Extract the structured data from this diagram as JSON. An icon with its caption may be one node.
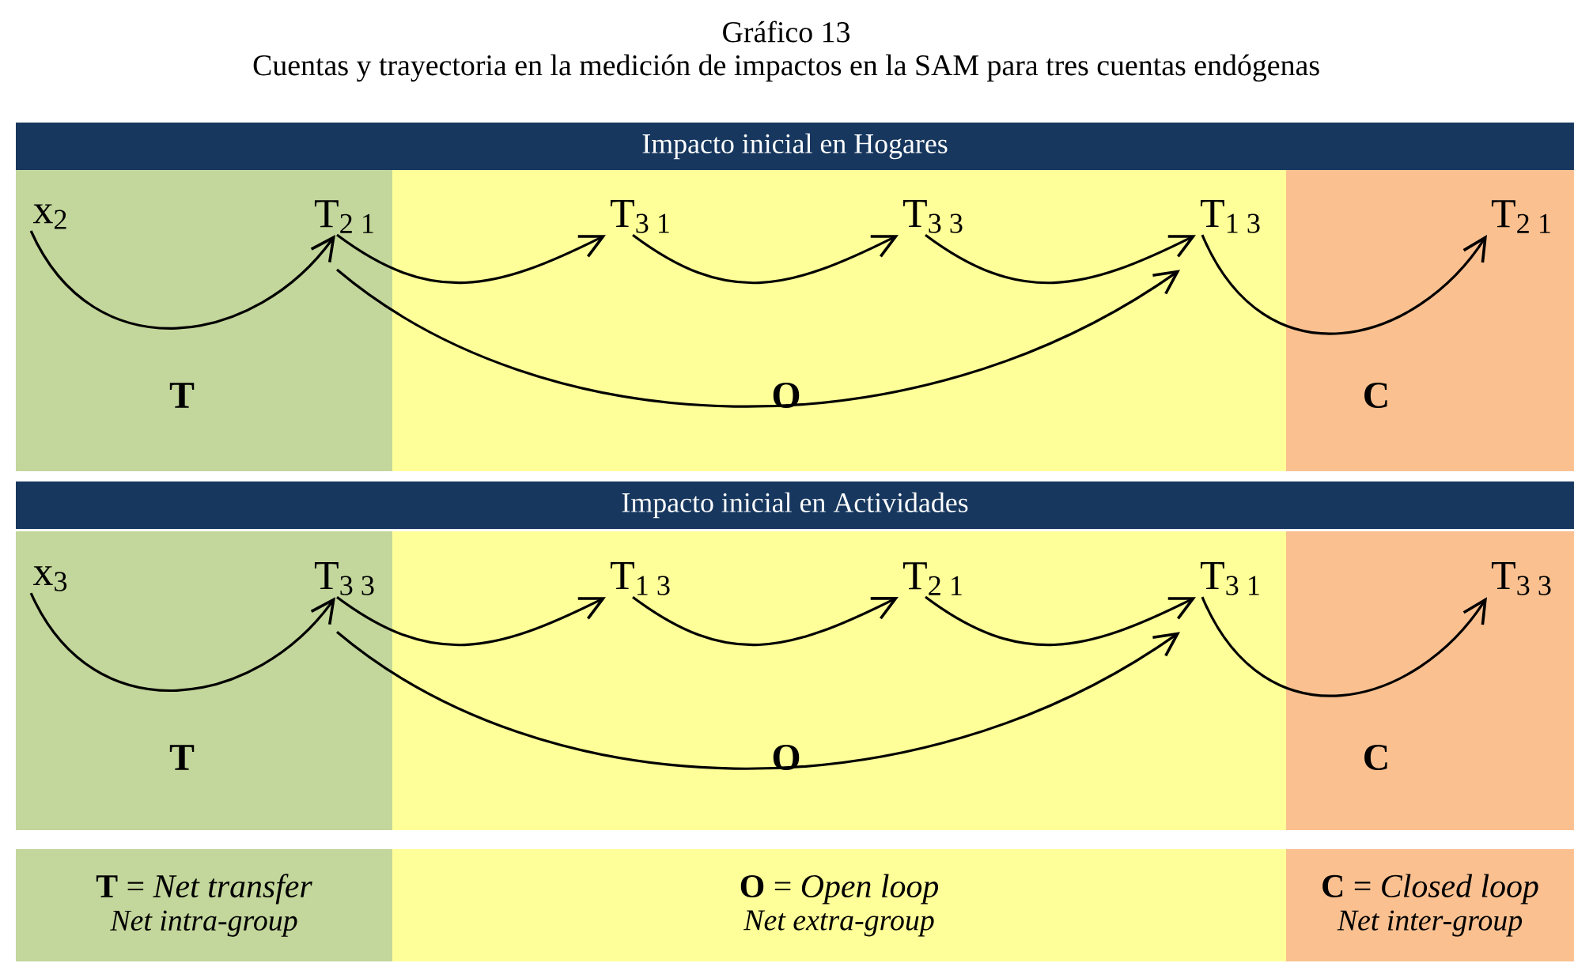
{
  "diagram": {
    "title": "Gráfico 13",
    "caption": "Cuentas y trayectoria en la medición de impactos en la SAM para tres cuentas endógenas",
    "nodes": [
      {
        "text": [
          "Impacto inicial en Hogares"
        ]
      },
      {
        "text": [
          "x$_{2}$"
        ]
      },
      {
        "text": [
          "T$_{2 1}$"
        ]
      },
      {
        "text": [
          "T$_{3 1}$"
        ]
      },
      {
        "text": [
          "T$_{3 3}$"
        ]
      },
      {
        "text": [
          "T$_{1 3}$"
        ]
      },
      {
        "text": [
          "T$_{2 1}$"
        ]
      },
      {
        "text": [
          "Impacto inicial en Actividades"
        ]
      },
      {
        "text": [
          "x$_{3}$"
        ]
      },
      {
        "text": [
          "T$_{3 3}$"
        ]
      },
      {
        "text": [
          "T$_{1 3}$"
        ]
      },
      {
        "text": [
          "T$_{2 1}$"
        ]
      },
      {
        "text": [
          "T$_{3 1}$"
        ]
      },
      {
        "text": [
          "T$_{3 3}$"
        ]
      },
      {
        "text": [
          "**T** = *Net transfer*",
          "Net intra-group"
        ]
      },
      {
        "text": [
          "**O** = *Open loop*",
          "Net extra-group"
        ]
      },
      {
        "text": [
          "**C** = *Closed loop*",
          "Net inter-group"
        ]
      }
    ],
    "edges": [
      {
        "from": 1,
        "to": 2,
        "arrow": "to"
      },
      {
        "from": 2,
        "to": 3,
        "arrow": "to"
      },
      {
        "from": 3,
        "to": 4,
        "arrow": "to"
      },
      {
        "from": 4,
        "to": 5,
        "arrow": "to"
      },
      {
        "from": 2,
        "to": 5,
        "arrow": "to"
      },
      {
        "from": 5,
        "to": 6,
        "arrow": "to"
      },
      {
        "from": 8,
        "to": 9,
        "arrow": "to"
      },
      {
        "from": 9,
        "to": 10,
        "arrow": "to"
      },
      {
        "from": 10,
        "to": 11,
        "arrow": "to"
      },
      {
        "from": 11,
        "to": 12,
        "arrow": "to"
      },
      {
        "from": 9,
        "to": 12,
        "arrow": "to"
      },
      {
        "from": 12,
        "to": 13,
        "arrow": "to"
      }
    ],
    "labels": [
      "T",
      "O",
      "C",
      "T",
      "O",
      "C"
    ]
  }
}
